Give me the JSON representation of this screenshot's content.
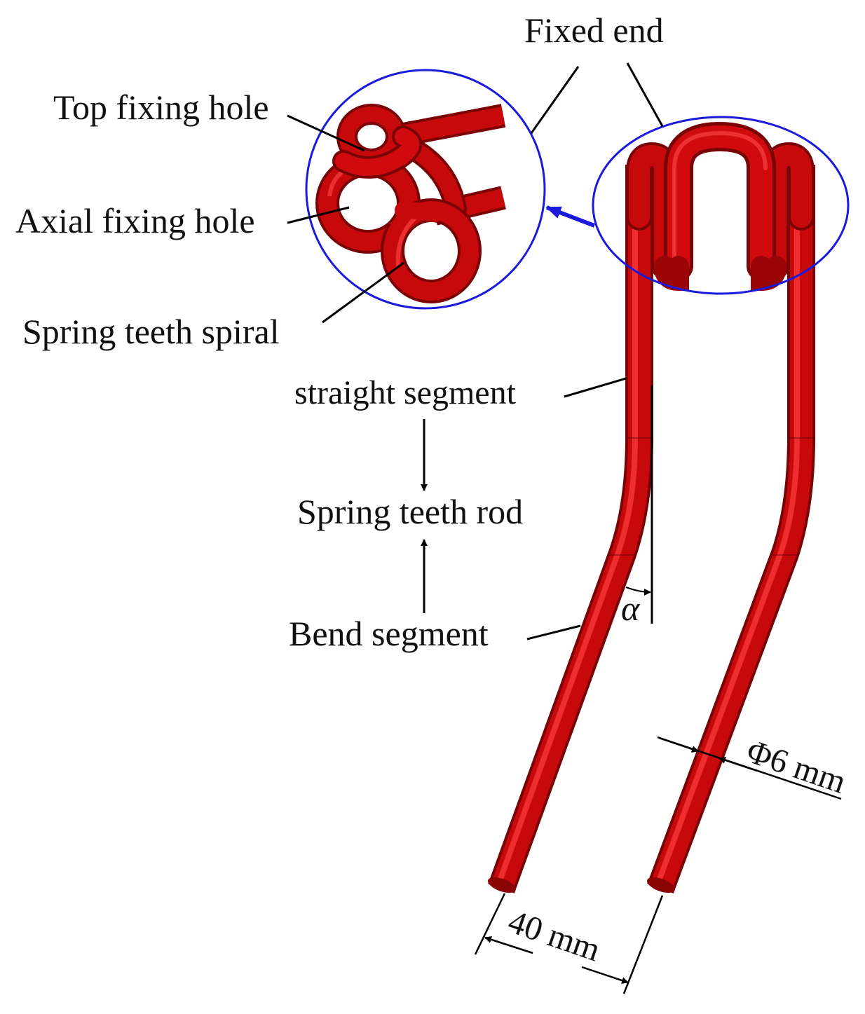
{
  "labels": {
    "fixed_end": "Fixed end",
    "top_fixing_hole": "Top fixing hole",
    "axial_fixing_hole": "Axial fixing hole",
    "spring_teeth_spiral": "Spring teeth spiral",
    "straight_segment": "straight segment",
    "spring_teeth_rod": "Spring teeth rod",
    "bend_segment": "Bend segment",
    "alpha": "α",
    "diameter": "Φ6 mm",
    "spacing": "40 mm"
  },
  "colors": {
    "rod": "#c8090c",
    "rod_dark": "#7a0305",
    "rod_light": "#ff4a4a",
    "callout_circle": "#1a1adb",
    "leader": "#000000"
  }
}
